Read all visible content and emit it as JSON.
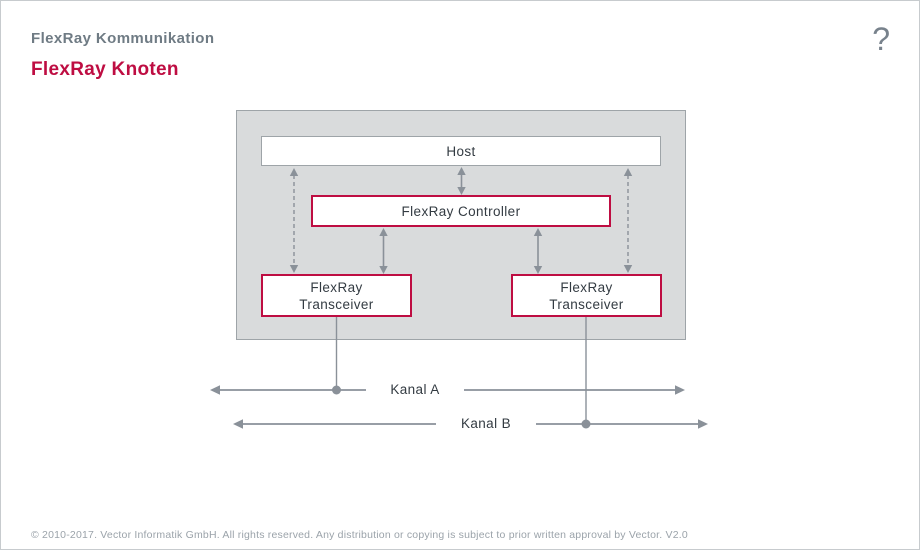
{
  "header": {
    "kicker": "FlexRay Kommunikation",
    "title": "FlexRay Knoten",
    "help_glyph": "?"
  },
  "diagram": {
    "host_label": "Host",
    "controller_label": "FlexRay Controller",
    "transceiver_a": {
      "line1": "FlexRay",
      "line2": "Transceiver"
    },
    "transceiver_b": {
      "line1": "FlexRay",
      "line2": "Transceiver"
    },
    "channel_a_label": "Kanal A",
    "channel_b_label": "Kanal B"
  },
  "colors": {
    "accent_red": "#be0d42",
    "container_fill": "#d9dbdc",
    "container_border": "#9ea4a8",
    "connector_gray": "#8a9199",
    "text_dark": "#333b42",
    "kicker_gray": "#6f7b84",
    "footer_gray": "#9ba3aa"
  },
  "footer": {
    "copyright": "© 2010-2017. Vector Informatik GmbH. All rights reserved. Any distribution or copying is subject to prior written approval by Vector. V2.0"
  }
}
